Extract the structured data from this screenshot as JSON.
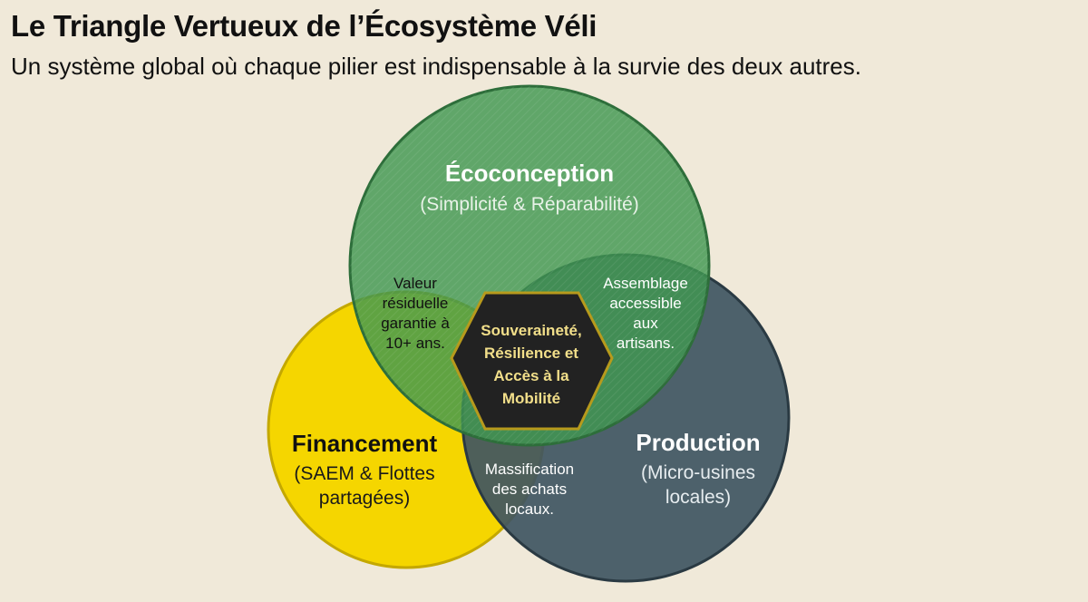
{
  "header": {
    "title": "Le Triangle Vertueux de l’Écosystème Véli",
    "subtitle": "Un système global où chaque pilier est indispensable à la survie des deux autres."
  },
  "pillars": {
    "ecoconception": {
      "name": "Écoconception",
      "detail": "(Simplicité & Réparabilité)",
      "color": "#4a9a5a"
    },
    "financement": {
      "name": "Financement",
      "detail_lines": [
        "(SAEM & Flottes",
        "partagées)"
      ],
      "color": "#f5d600"
    },
    "production": {
      "name": "Production",
      "detail_lines": [
        "(Micro-usines",
        "locales)"
      ],
      "color": "#3f5562"
    }
  },
  "intersections": {
    "eco_fin": [
      "Valeur",
      "résiduelle",
      "garantie à",
      "10+ ans."
    ],
    "eco_prod": [
      "Assemblage",
      "accessible",
      "aux",
      "artisans."
    ],
    "fin_prod": [
      "Massification",
      "des achats",
      "locaux."
    ]
  },
  "center": {
    "lines": [
      "Souveraineté,",
      "Résilience et",
      "Accès à la",
      "Mobilité"
    ],
    "fill_color": "#222222",
    "border_color": "#b79a1c",
    "text_color": "#f2df8a"
  }
}
